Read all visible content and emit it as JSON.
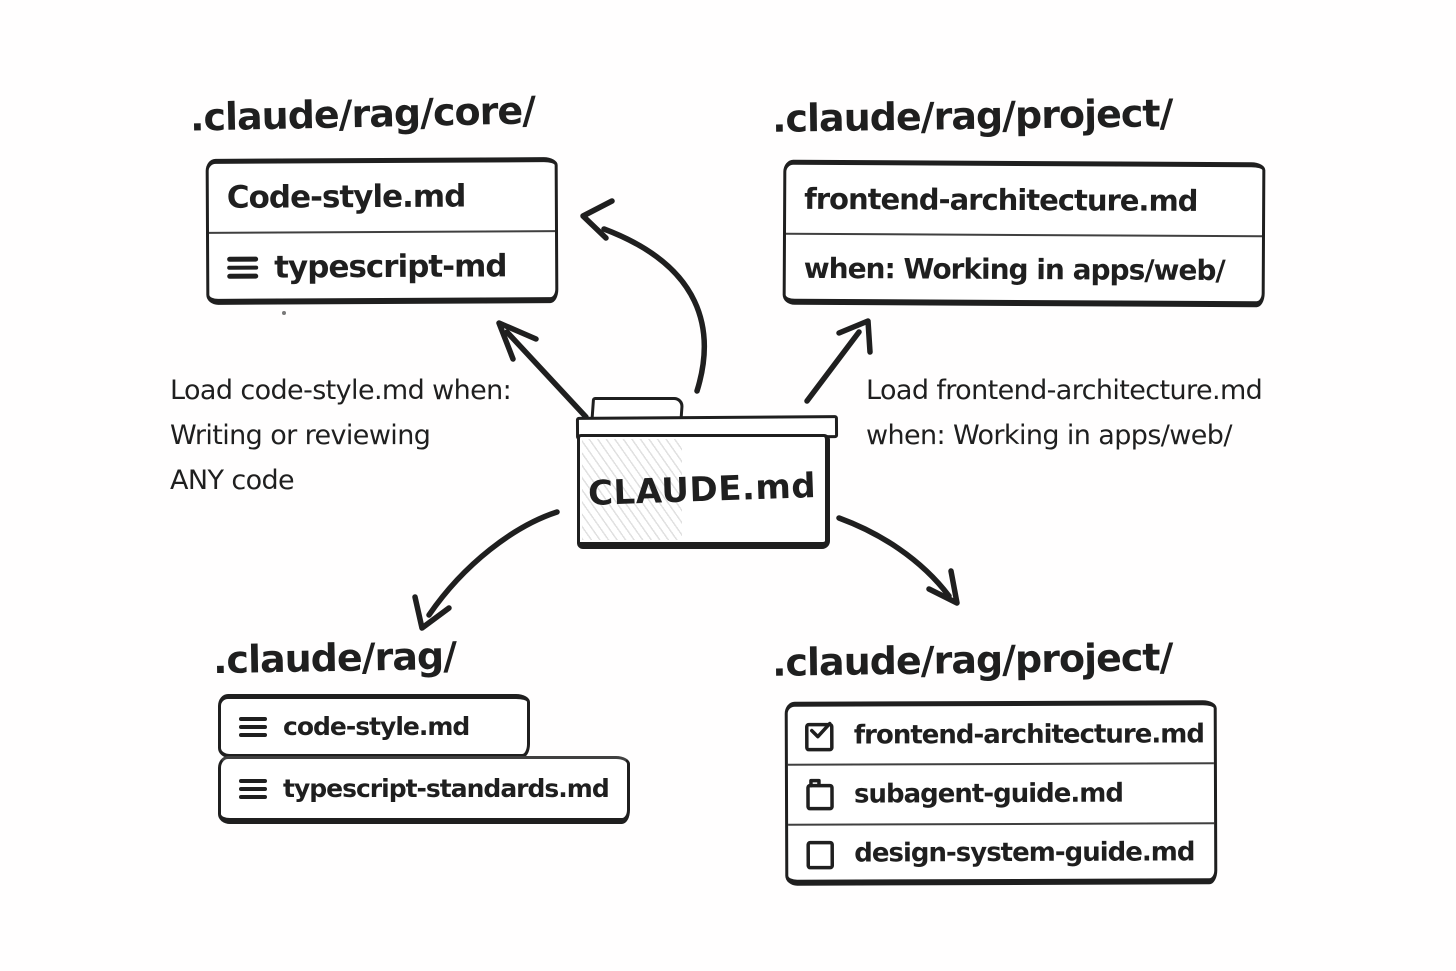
{
  "colors": {
    "ink": "#1f1f1f",
    "background": "#ffffff"
  },
  "folder": {
    "label": "CLAUDE.md"
  },
  "top_left": {
    "heading": ".claude/rag/core/",
    "rows": [
      {
        "icon": "",
        "label": "Code-style.md"
      },
      {
        "icon": "menu-icon",
        "label": "typescript-md"
      }
    ]
  },
  "top_right": {
    "heading": ".claude/rag/project/",
    "rows": [
      {
        "icon": "",
        "label": "frontend-architecture.md"
      },
      {
        "icon": "",
        "label": "when: Working in apps/web/"
      }
    ]
  },
  "bottom_left": {
    "heading": ".claude/rag/",
    "rows": [
      {
        "icon": "menu-icon",
        "label": "code-style.md"
      },
      {
        "icon": "menu-icon",
        "label": "typescript-standards.md"
      }
    ]
  },
  "bottom_right": {
    "heading": ".claude/rag/project/",
    "rows": [
      {
        "icon": "checked-doc-icon",
        "label": "frontend-architecture.md"
      },
      {
        "icon": "doc-icon",
        "label": "subagent-guide.md"
      },
      {
        "icon": "empty-square-icon",
        "label": "design-system-guide.md"
      }
    ]
  },
  "annotations": {
    "left": {
      "line1": "Load code-style.md when:",
      "line2": "Writing or reviewing",
      "line3": "ANY code"
    },
    "right": {
      "line1": "Load frontend-architecture.md",
      "line2": "when: Working in apps/web/"
    }
  }
}
